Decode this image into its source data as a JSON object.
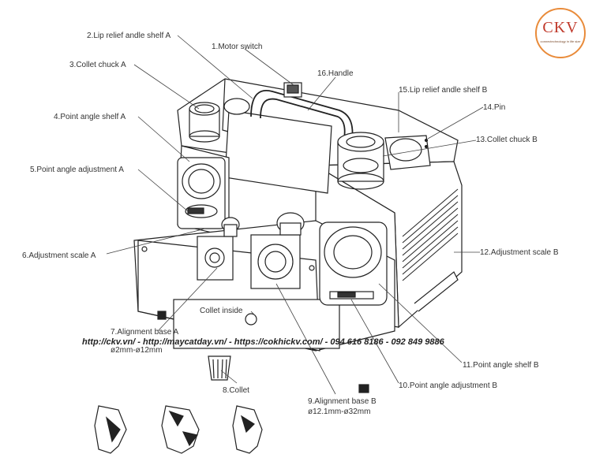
{
  "logo": {
    "text": "CKV",
    "tagline": "connectechnology in life size"
  },
  "labels": {
    "l1": "1.Motor switch",
    "l2": "2.Lip relief andle shelf A",
    "l3": "3.Collet chuck A",
    "l4": "4.Point angle shelf A",
    "l5": "5.Point angle adjustment A",
    "l6": "6.Adjustment scale A",
    "l7": "7.Alignment base A",
    "l7_range": "ø2mm-ø12mm",
    "l8": "8.Collet",
    "l9": "9.Alignment base B",
    "l9_range": "ø12.1mm-ø32mm",
    "l10": "10.Point angle adjustment B",
    "l11": "11.Point angle shelf B",
    "l12": "12.Adjustment scale B",
    "l13": "13.Collet chuck B",
    "l14": "14.Pin",
    "l15": "15.Lip relief andle shelf B",
    "l16": "16.Handle",
    "collet_inside": "Collet inside"
  },
  "contact": "http://ckv.vn/ - http://maycatday.vn/ - https://cokhickv.com/ - 094 616 8186 - 092 849 9886"
}
